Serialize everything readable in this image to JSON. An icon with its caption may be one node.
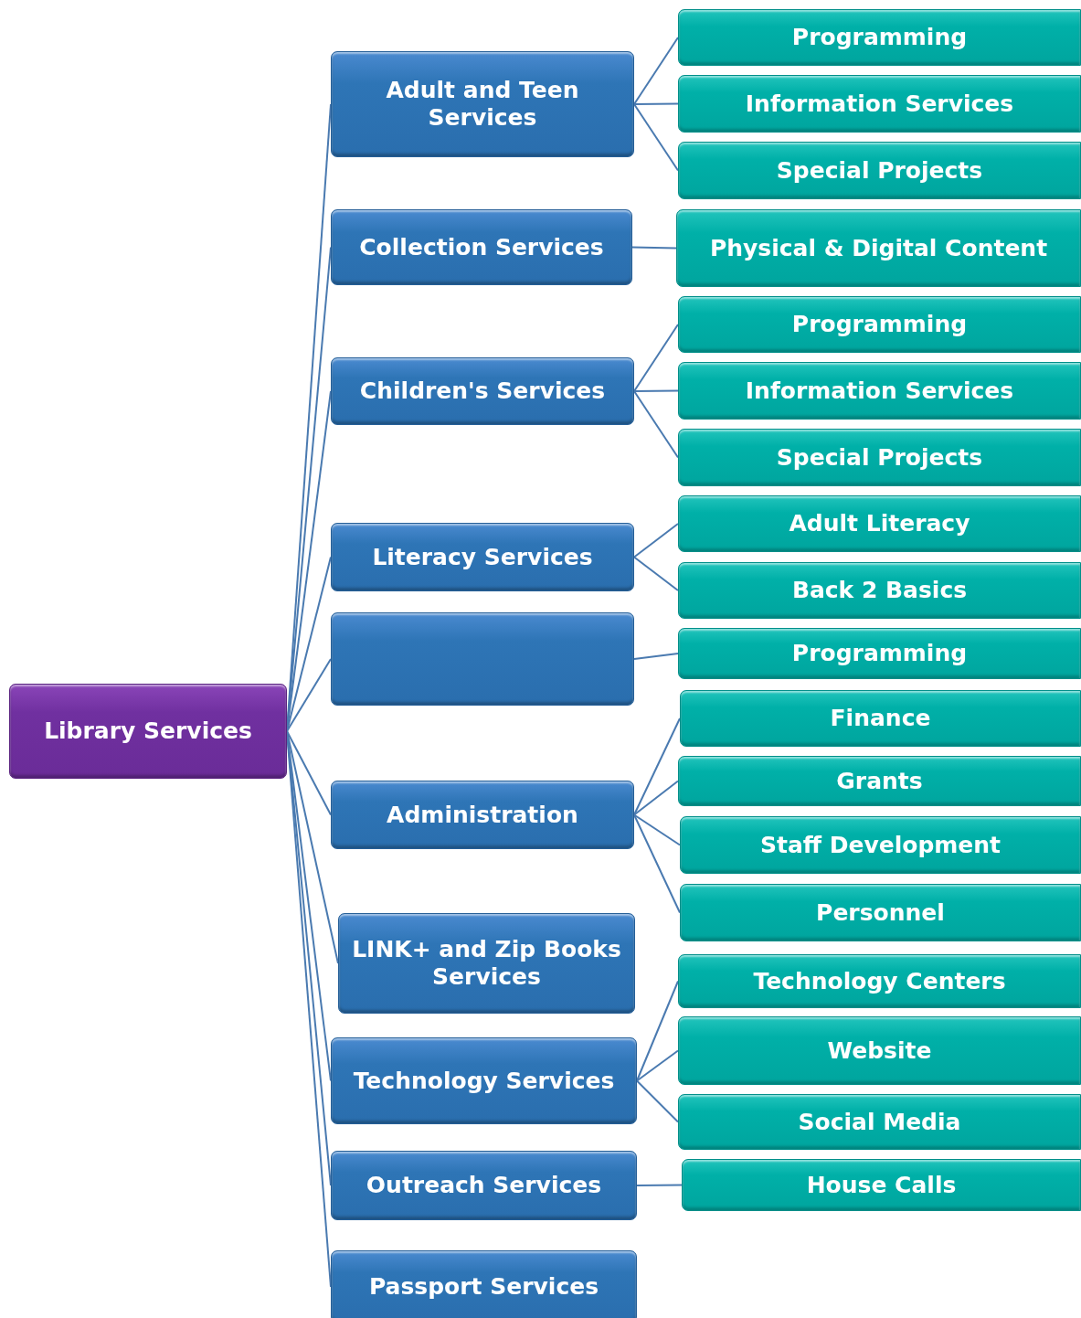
{
  "diagram": {
    "nodes": [
      {
        "text": [
          "Library Services"
        ]
      },
      {
        "text": [
          "Adult and Teen Services"
        ]
      },
      {
        "text": [
          "Programming"
        ]
      },
      {
        "text": [
          "Information Services"
        ]
      },
      {
        "text": [
          "Special Projects"
        ]
      },
      {
        "text": [
          "Collection Services"
        ]
      },
      {
        "text": [
          "Physical & Digital Content"
        ]
      },
      {
        "text": [
          "Children's Services"
        ]
      },
      {
        "text": [
          "Programming"
        ]
      },
      {
        "text": [
          "Information Services"
        ]
      },
      {
        "text": [
          "Special Projects"
        ]
      },
      {
        "text": [
          "Literacy Services"
        ]
      },
      {
        "text": [
          "Adult Literacy"
        ]
      },
      {
        "text": [
          "Back 2 Basics"
        ]
      },
      {
        "text": [],
        "shape": "box"
      },
      {
        "text": [
          "Programming"
        ]
      },
      {
        "text": [
          "Administration"
        ]
      },
      {
        "text": [
          "Finance"
        ]
      },
      {
        "text": [
          "Grants"
        ]
      },
      {
        "text": [
          "Staff Development"
        ]
      },
      {
        "text": [
          "Personnel"
        ]
      },
      {
        "text": [
          "LINK+ and Zip Books Services"
        ]
      },
      {
        "text": [
          "Technology Services"
        ]
      },
      {
        "text": [
          "Technology Centers"
        ]
      },
      {
        "text": [
          "Website"
        ]
      },
      {
        "text": [
          "Social Media"
        ]
      },
      {
        "text": [
          "Outreach Services"
        ]
      },
      {
        "text": [
          "House Calls"
        ]
      },
      {
        "text": [
          "Passport Services"
        ]
      }
    ],
    "edges": [
      {
        "from": 0,
        "to": 1,
        "arrow": "none"
      },
      {
        "from": 0,
        "to": 5,
        "arrow": "none"
      },
      {
        "from": 0,
        "to": 7,
        "arrow": "none"
      },
      {
        "from": 0,
        "to": 11,
        "arrow": "none"
      },
      {
        "from": 0,
        "to": 14,
        "arrow": "none"
      },
      {
        "from": 0,
        "to": 16,
        "arrow": "none"
      },
      {
        "from": 0,
        "to": 21,
        "arrow": "none"
      },
      {
        "from": 0,
        "to": 22,
        "arrow": "none"
      },
      {
        "from": 0,
        "to": 26,
        "arrow": "none"
      },
      {
        "from": 0,
        "to": 28,
        "arrow": "none"
      },
      {
        "from": 1,
        "to": 2,
        "arrow": "none"
      },
      {
        "from": 1,
        "to": 3,
        "arrow": "none"
      },
      {
        "from": 1,
        "to": 4,
        "arrow": "none"
      },
      {
        "from": 5,
        "to": 6,
        "arrow": "none"
      },
      {
        "from": 7,
        "to": 8,
        "arrow": "none"
      },
      {
        "from": 7,
        "to": 9,
        "arrow": "none"
      },
      {
        "from": 7,
        "to": 10,
        "arrow": "none"
      },
      {
        "from": 11,
        "to": 12,
        "arrow": "none"
      },
      {
        "from": 11,
        "to": 13,
        "arrow": "none"
      },
      {
        "from": 14,
        "to": 15,
        "arrow": "none"
      },
      {
        "from": 16,
        "to": 17,
        "arrow": "none"
      },
      {
        "from": 16,
        "to": 18,
        "arrow": "none"
      },
      {
        "from": 16,
        "to": 19,
        "arrow": "none"
      },
      {
        "from": 16,
        "to": 20,
        "arrow": "none"
      },
      {
        "from": 22,
        "to": 23,
        "arrow": "none"
      },
      {
        "from": 22,
        "to": 24,
        "arrow": "none"
      },
      {
        "from": 22,
        "to": 25,
        "arrow": "none"
      },
      {
        "from": 26,
        "to": 27,
        "arrow": "none"
      }
    ]
  }
}
